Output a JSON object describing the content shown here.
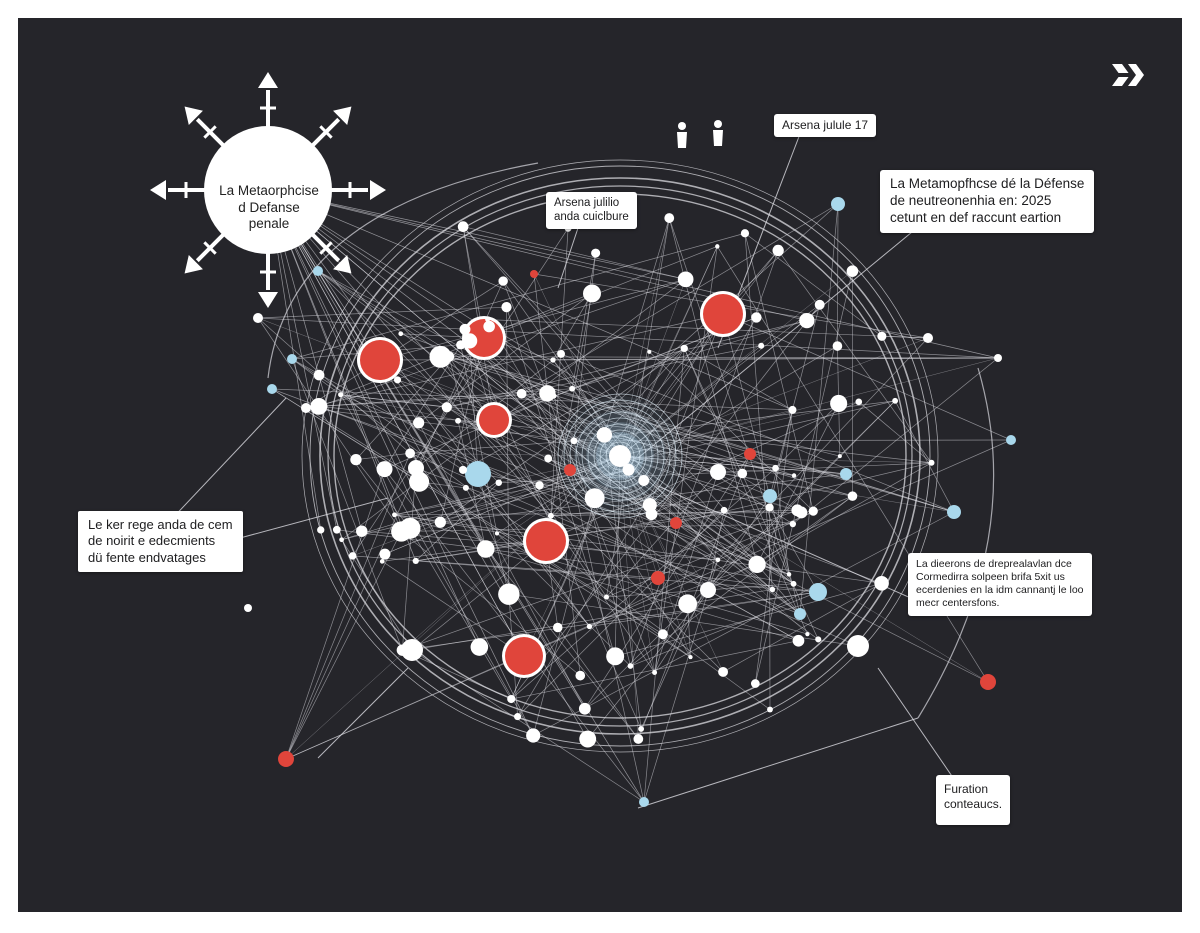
{
  "hub": {
    "lines": [
      "La Metaorphcise",
      "d Defanse",
      "penale"
    ]
  },
  "callouts": {
    "date": {
      "text": "Arsena julule 17"
    },
    "title": {
      "lines": [
        "La Metamopfhcse dé la Défense",
        "de neutreonenhia en: 2025",
        "cetunt en def raccunt eartion"
      ]
    },
    "inner": {
      "lines": [
        "Arsena julilio",
        "anda cuiclbure"
      ]
    },
    "left": {
      "lines": [
        "Le ker rege anda de cem",
        "de noirit e edecmients",
        "dü fente endvatages"
      ]
    },
    "right": {
      "lines": [
        "La dieerons de dreprealavlan dce",
        "Cormedirra solpeen brifa 5xit us",
        "ecerdenies en la idm cannantj le loo",
        "mecr centersfons."
      ]
    },
    "bottom": {
      "lines": [
        "Furation",
        "conteaucs."
      ]
    }
  },
  "colors": {
    "background": "#25252a",
    "node_red": "#e0453b",
    "node_blue": "#a9d8ec",
    "node_white": "#ffffff",
    "line": "#dcdce2"
  },
  "icons": {
    "hub_spokes": "arrow-tip-icon",
    "people": "person-icon",
    "logo": "chevron-logo-icon"
  }
}
